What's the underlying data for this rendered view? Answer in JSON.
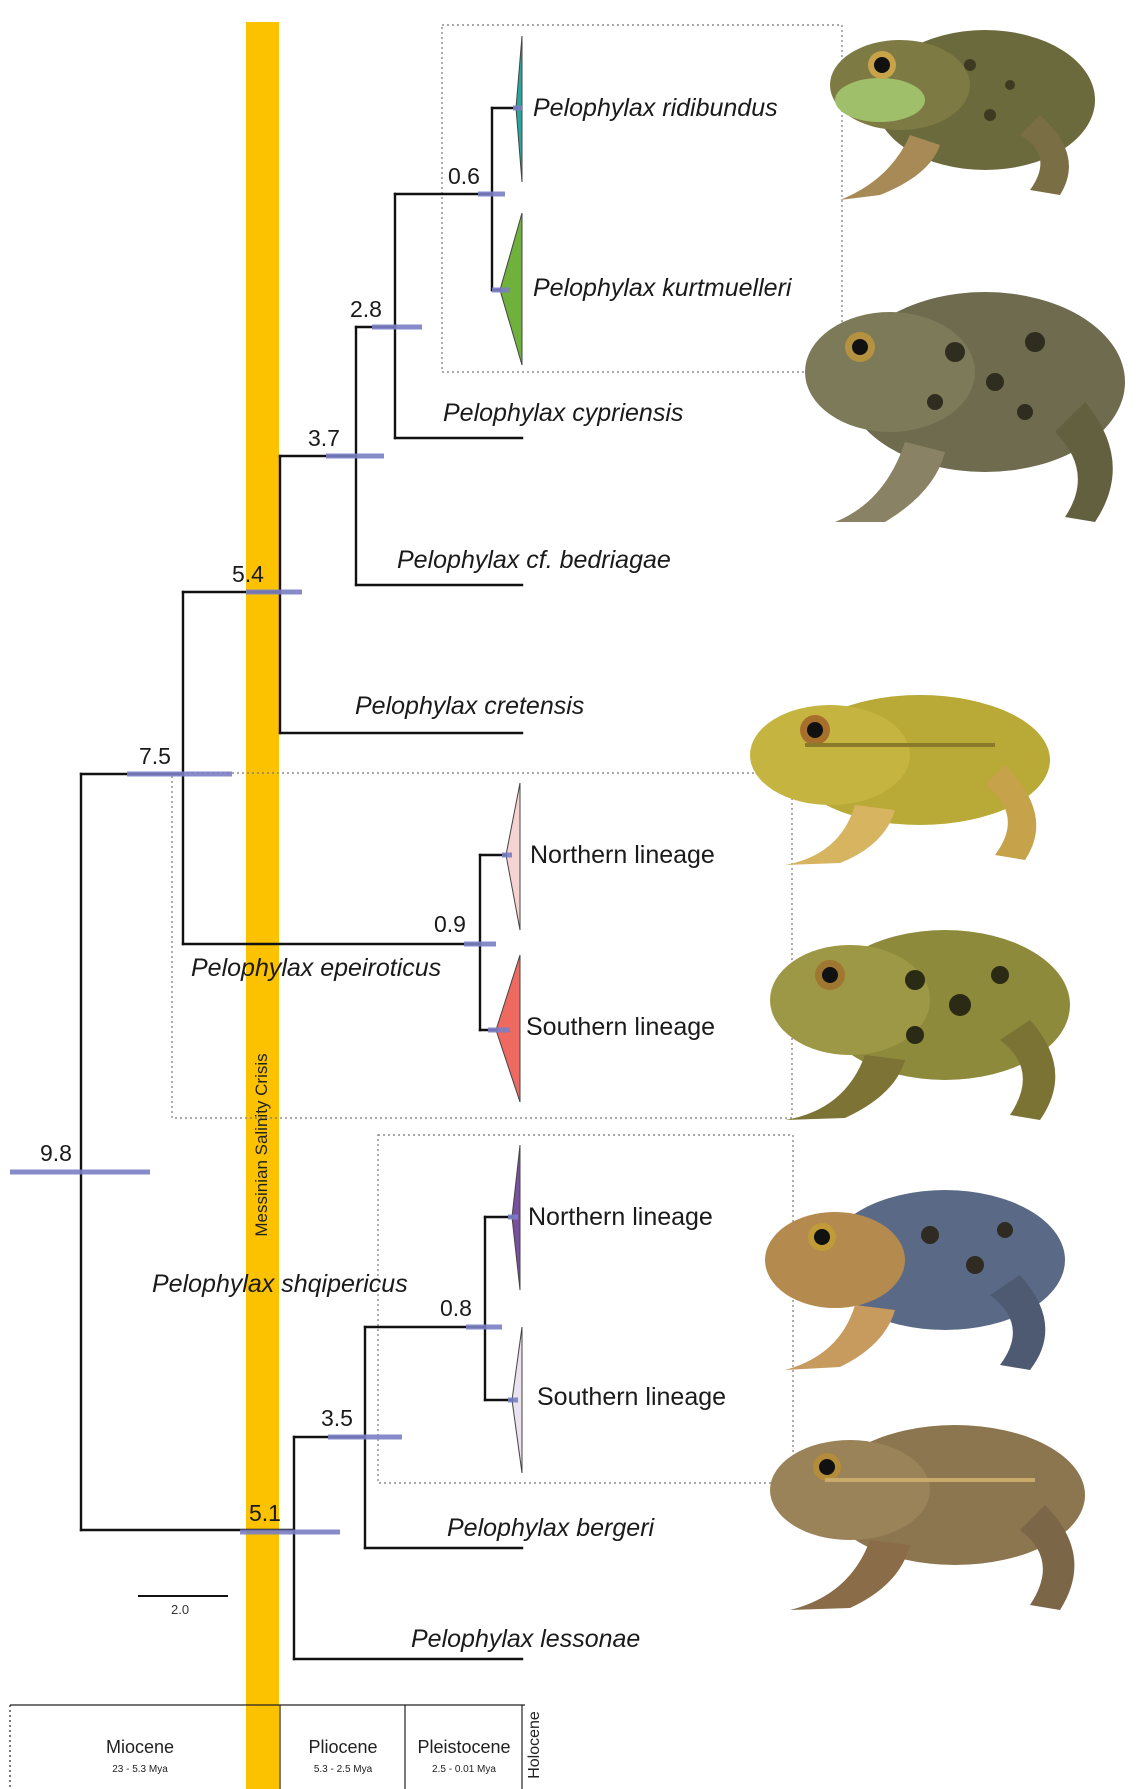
{
  "bar_label": "Messinian Salinity Crisis",
  "taxa": {
    "ridibundus": "Pelophylax ridibundus",
    "kurtmuelleri": "Pelophylax kurtmuelleri",
    "cypriensis": "Pelophylax cypriensis",
    "bedriagae": "Pelophylax cf. bedriagae",
    "cretensis": "Pelophylax cretensis",
    "epeiroticus": "Pelophylax epeiroticus",
    "shqipericus": "Pelophylax shqipericus",
    "bergeri": "Pelophylax bergeri",
    "lessonae": "Pelophylax lessonae"
  },
  "lineages": {
    "epeiroticus_north": "Northern lineage",
    "epeiroticus_south": "Southern lineage",
    "shqipericus_north": "Northern lineage",
    "shqipericus_south": "Southern lineage"
  },
  "node_ages": {
    "root": "9.8",
    "n75": "7.5",
    "n54": "5.4",
    "n37": "3.7",
    "n28": "2.8",
    "n06": "0.6",
    "n09": "0.9",
    "n51": "5.1",
    "n35": "3.5",
    "n08": "0.8"
  },
  "scale_bar": "2.0",
  "epochs": [
    {
      "name": "Miocene",
      "range": "23 - 5.3 Mya"
    },
    {
      "name": "Pliocene",
      "range": "5.3 - 2.5 Mya"
    },
    {
      "name": "Pleistocene",
      "range": "2.5 - 0.01 Mya"
    },
    {
      "name": "Holocene",
      "range": ""
    }
  ],
  "colors": {
    "branch": "#111111",
    "hpd_bar": "#7b7fc4",
    "salinity_bar": "#fcc200",
    "ridibundus_clade": "#2aa6a0",
    "kurtmuelleri_clade": "#6fb13c",
    "epeiroticus_north_clade": "#f6d3d3",
    "epeiroticus_south_clade": "#ee6a60",
    "shqipericus_north_clade": "#7a4fa0",
    "shqipericus_south_clade": "#eae2ee"
  },
  "photos": [
    "frog-photo-ridibundus",
    "frog-photo-kurtmuelleri",
    "frog-photo-cretensis",
    "frog-photo-epeiroticus",
    "frog-photo-shqipericus",
    "frog-photo-lessonae"
  ]
}
